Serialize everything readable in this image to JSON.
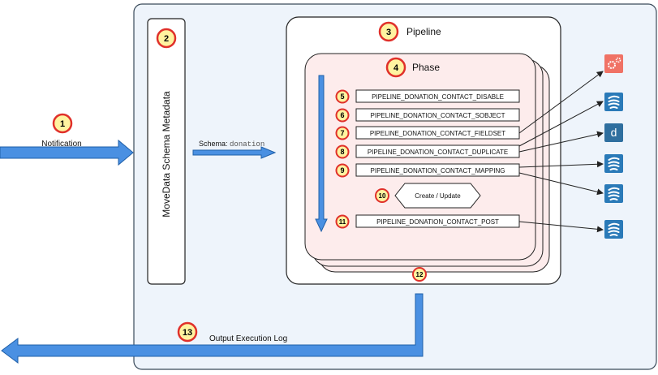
{
  "colors": {
    "container_fill": "#eef4fb",
    "container_stroke": "#3a4a5a",
    "phase_fill": "#fdecec",
    "arrow_fill": "#4a90e2",
    "arrow_stroke": "#1f5fa8",
    "badge_fill": "#fff3a0",
    "badge_stroke": "#e0302a",
    "gear_tile": "#f07265",
    "icon_tile": "#2a7ab8",
    "d_tile": "#2f6f9f"
  },
  "notification": {
    "badge": "1",
    "label": "Notification"
  },
  "metadata": {
    "badge": "2",
    "label": "MoveData Schema Metadata"
  },
  "schema_arrow": {
    "label": "Schema: ",
    "code": "donation"
  },
  "pipeline": {
    "badge": "3",
    "title": "Pipeline"
  },
  "phase": {
    "badge": "4",
    "title": "Phase",
    "stack_badge": "12"
  },
  "steps": [
    {
      "badge": "5",
      "label": "PIPELINE_DONATION_CONTACT_DISABLE"
    },
    {
      "badge": "6",
      "label": "PIPELINE_DONATION_CONTACT_SOBJECT"
    },
    {
      "badge": "7",
      "label": "PIPELINE_DONATION_CONTACT_FIELDSET"
    },
    {
      "badge": "8",
      "label": "PIPELINE_DONATION_CONTACT_DUPLICATE"
    },
    {
      "badge": "9",
      "label": "PIPELINE_DONATION_CONTACT_MAPPING"
    },
    {
      "badge": "10",
      "label": "Create / Update"
    },
    {
      "badge": "11",
      "label": "PIPELINE_DONATION_CONTACT_POST"
    }
  ],
  "output": {
    "badge": "13",
    "label": "Output Execution Log"
  },
  "services": [
    {
      "icon": "gear-icon"
    },
    {
      "icon": "stream-icon"
    },
    {
      "icon": "d-letter-icon",
      "letter": "d"
    },
    {
      "icon": "stream-icon"
    },
    {
      "icon": "stream-icon"
    },
    {
      "icon": "stream-icon"
    }
  ]
}
